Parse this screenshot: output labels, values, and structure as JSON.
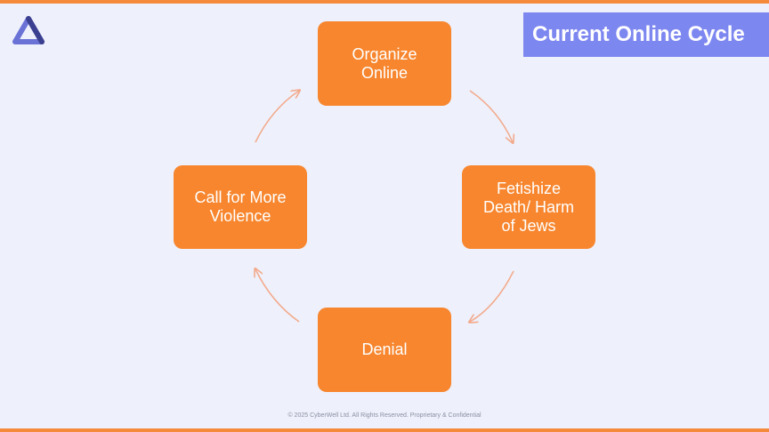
{
  "slide": {
    "title": "Current Online Cycle",
    "footer": "© 2025 CyberWell Ltd. All Rights Reserved. Proprietary & Confidential"
  },
  "cycle": {
    "nodes": [
      {
        "label": "Organize\nOnline"
      },
      {
        "label": "Fetishize\nDeath/ Harm\nof Jews"
      },
      {
        "label": "Denial"
      },
      {
        "label": "Call for More\nViolence"
      }
    ]
  },
  "colors": {
    "accent_orange": "#f7862e",
    "banner_purple": "#7d87f0",
    "background": "#eef0fb",
    "arrow": "#f3a98a"
  },
  "icons": {
    "logo": "triangle-logo-icon"
  }
}
